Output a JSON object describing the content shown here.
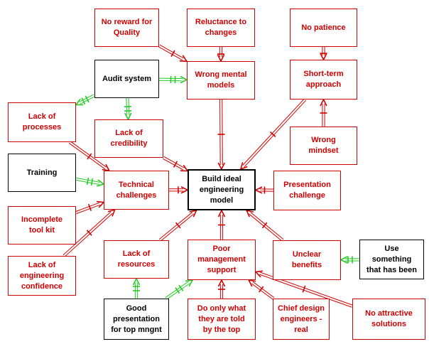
{
  "colors": {
    "negative": "#d00000",
    "positive": "#22cc22",
    "neutral": "#000000"
  },
  "nodes": [
    {
      "id": "no-reward",
      "text": "No reward for\nQuality",
      "kind": "red"
    },
    {
      "id": "reluctance",
      "text": "Reluctance to\nchanges",
      "kind": "red"
    },
    {
      "id": "no-patience",
      "text": "No patience",
      "kind": "red"
    },
    {
      "id": "audit",
      "text": "Audit system",
      "kind": "black"
    },
    {
      "id": "wrong-mental",
      "text": "Wrong mental\nmodels",
      "kind": "red"
    },
    {
      "id": "short-term",
      "text": "Short-term\napproach",
      "kind": "red"
    },
    {
      "id": "lack-processes",
      "text": "Lack of\nprocesses",
      "kind": "red"
    },
    {
      "id": "lack-credibility",
      "text": "Lack of\ncredibility",
      "kind": "red"
    },
    {
      "id": "wrong-mindset",
      "text": "Wrong\nmindset",
      "kind": "red"
    },
    {
      "id": "training",
      "text": "Training",
      "kind": "black"
    },
    {
      "id": "technical",
      "text": "Technical\nchallenges",
      "kind": "red"
    },
    {
      "id": "build-ideal",
      "text": "Build ideal\nengineering\nmodel",
      "kind": "center"
    },
    {
      "id": "presentation-challenge",
      "text": "Presentation\nchallenge",
      "kind": "red"
    },
    {
      "id": "incomplete-toolkit",
      "text": "Incomplete\ntool kit",
      "kind": "red"
    },
    {
      "id": "lack-confidence",
      "text": "Lack of\nengineering\nconfidence",
      "kind": "red"
    },
    {
      "id": "lack-resources",
      "text": "Lack of\nresources",
      "kind": "red"
    },
    {
      "id": "poor-mgmt",
      "text": "Poor\nmanagement\nsupport",
      "kind": "red"
    },
    {
      "id": "unclear-benefits",
      "text": "Unclear\nbenefits",
      "kind": "red"
    },
    {
      "id": "use-something",
      "text": "Use\nsomething\nthat has been",
      "kind": "black"
    },
    {
      "id": "good-presentation",
      "text": "Good\npresentation\nfor top mngnt",
      "kind": "black"
    },
    {
      "id": "do-only",
      "text": "Do only what\nthey are told\nby the top",
      "kind": "red"
    },
    {
      "id": "chief-design",
      "text": "Chief design\nengineers -\nreal",
      "kind": "red"
    },
    {
      "id": "no-attractive",
      "text": "No attractive\nsolutions",
      "kind": "red"
    }
  ],
  "links": [
    {
      "from": "no-reward",
      "to": "wrong-mental",
      "kind": "negative"
    },
    {
      "from": "reluctance",
      "to": "wrong-mental",
      "kind": "negative"
    },
    {
      "from": "no-patience",
      "to": "short-term",
      "kind": "negative"
    },
    {
      "from": "audit",
      "to": "wrong-mental",
      "kind": "positive"
    },
    {
      "from": "audit",
      "to": "lack-processes",
      "kind": "positive"
    },
    {
      "from": "audit",
      "to": "lack-credibility",
      "kind": "positive"
    },
    {
      "from": "wrong-mental",
      "to": "build-ideal",
      "kind": "negative"
    },
    {
      "from": "short-term",
      "to": "build-ideal",
      "kind": "negative"
    },
    {
      "from": "wrong-mindset",
      "to": "short-term",
      "kind": "negative"
    },
    {
      "from": "lack-processes",
      "to": "technical",
      "kind": "negative"
    },
    {
      "from": "lack-credibility",
      "to": "build-ideal",
      "kind": "negative"
    },
    {
      "from": "training",
      "to": "technical",
      "kind": "positive"
    },
    {
      "from": "technical",
      "to": "build-ideal",
      "kind": "negative"
    },
    {
      "from": "presentation-challenge",
      "to": "build-ideal",
      "kind": "negative"
    },
    {
      "from": "incomplete-toolkit",
      "to": "technical",
      "kind": "negative"
    },
    {
      "from": "lack-confidence",
      "to": "technical",
      "kind": "negative"
    },
    {
      "from": "lack-resources",
      "to": "build-ideal",
      "kind": "negative"
    },
    {
      "from": "poor-mgmt",
      "to": "build-ideal",
      "kind": "negative"
    },
    {
      "from": "unclear-benefits",
      "to": "build-ideal",
      "kind": "negative"
    },
    {
      "from": "use-something",
      "to": "unclear-benefits",
      "kind": "positive"
    },
    {
      "from": "good-presentation",
      "to": "lack-resources",
      "kind": "positive"
    },
    {
      "from": "good-presentation",
      "to": "poor-mgmt",
      "kind": "positive"
    },
    {
      "from": "do-only",
      "to": "poor-mgmt",
      "kind": "negative"
    },
    {
      "from": "chief-design",
      "to": "poor-mgmt",
      "kind": "negative"
    },
    {
      "from": "no-attractive",
      "to": "poor-mgmt",
      "kind": "negative"
    }
  ]
}
